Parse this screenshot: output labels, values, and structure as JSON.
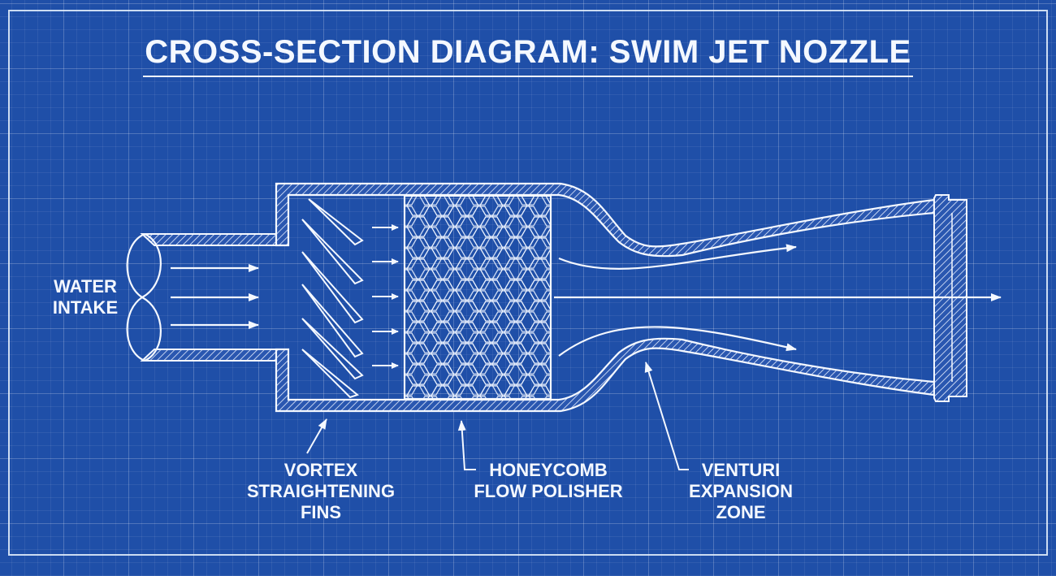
{
  "title": "CROSS-SECTION DIAGRAM: SWIM JET NOZZLE",
  "labels": {
    "intake": [
      "WATER",
      "INTAKE"
    ],
    "fins": [
      "VORTEX",
      "STRAIGHTENING",
      "FINS"
    ],
    "honeycomb": [
      "HONEYCOMB",
      "FLOW POLISHER"
    ],
    "venturi": [
      "VENTURI",
      "EXPANSION",
      "ZONE"
    ]
  },
  "colors": {
    "background": "#1f4fa8",
    "line": "#f4f8ff"
  }
}
